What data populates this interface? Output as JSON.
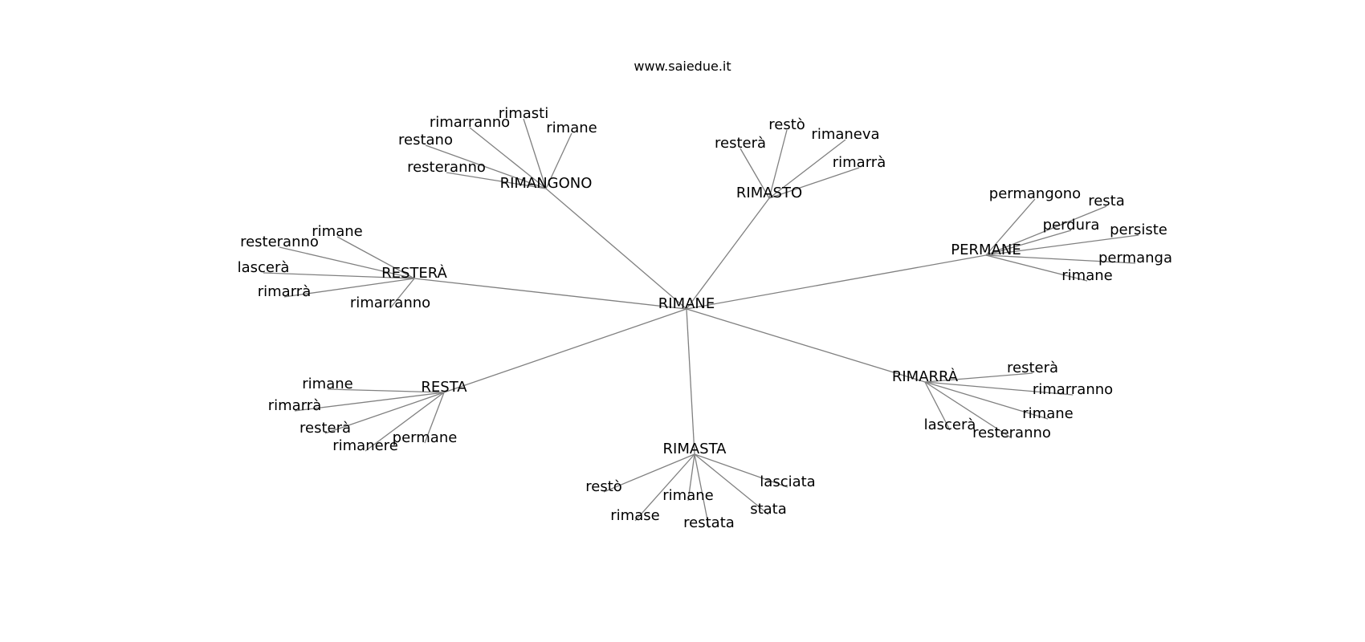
{
  "site_label": "www.saiedue.it",
  "root": "RIMANE",
  "groups": [
    {
      "word": "RIMANGONO",
      "related": [
        "rimasti",
        "rimane",
        "rimarranno",
        "restano",
        "resteranno"
      ]
    },
    {
      "word": "RIMASTO",
      "related": [
        "restò",
        "resterà",
        "rimaneva",
        "rimarrà"
      ]
    },
    {
      "word": "PERMANE",
      "related": [
        "permangono",
        "resta",
        "perdura",
        "persiste",
        "permanga",
        "rimane"
      ]
    },
    {
      "word": "RESTERÀ",
      "related": [
        "rimane",
        "resteranno",
        "lascerà",
        "rimarrà",
        "rimarranno"
      ]
    },
    {
      "word": "RESTA",
      "related": [
        "rimane",
        "rimarrà",
        "resterà",
        "rimanere",
        "permane"
      ]
    },
    {
      "word": "RIMASTA",
      "related": [
        "restò",
        "rimane",
        "rimase",
        "restata",
        "stata",
        "lasciata"
      ]
    },
    {
      "word": "RIMARRÀ",
      "related": [
        "resterà",
        "rimarranno",
        "rimane",
        "resteranno",
        "lascerà"
      ]
    }
  ]
}
